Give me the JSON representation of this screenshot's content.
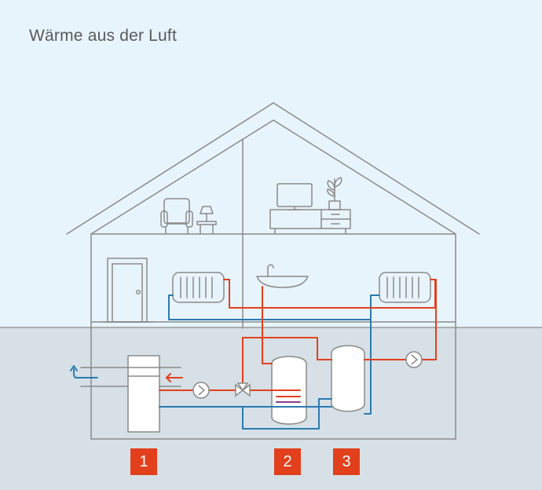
{
  "title": "Wärme aus der Luft",
  "colors": {
    "sky": "#e8f4fb",
    "ground": "#d6e0e6",
    "line": "#8a8a8a",
    "hot": "#e2401c",
    "cold": "#2a7ab0",
    "badge": "#e2401c",
    "coil": "#8b3a8f"
  },
  "badges": [
    {
      "label": "1"
    },
    {
      "label": "2"
    },
    {
      "label": "3"
    }
  ]
}
